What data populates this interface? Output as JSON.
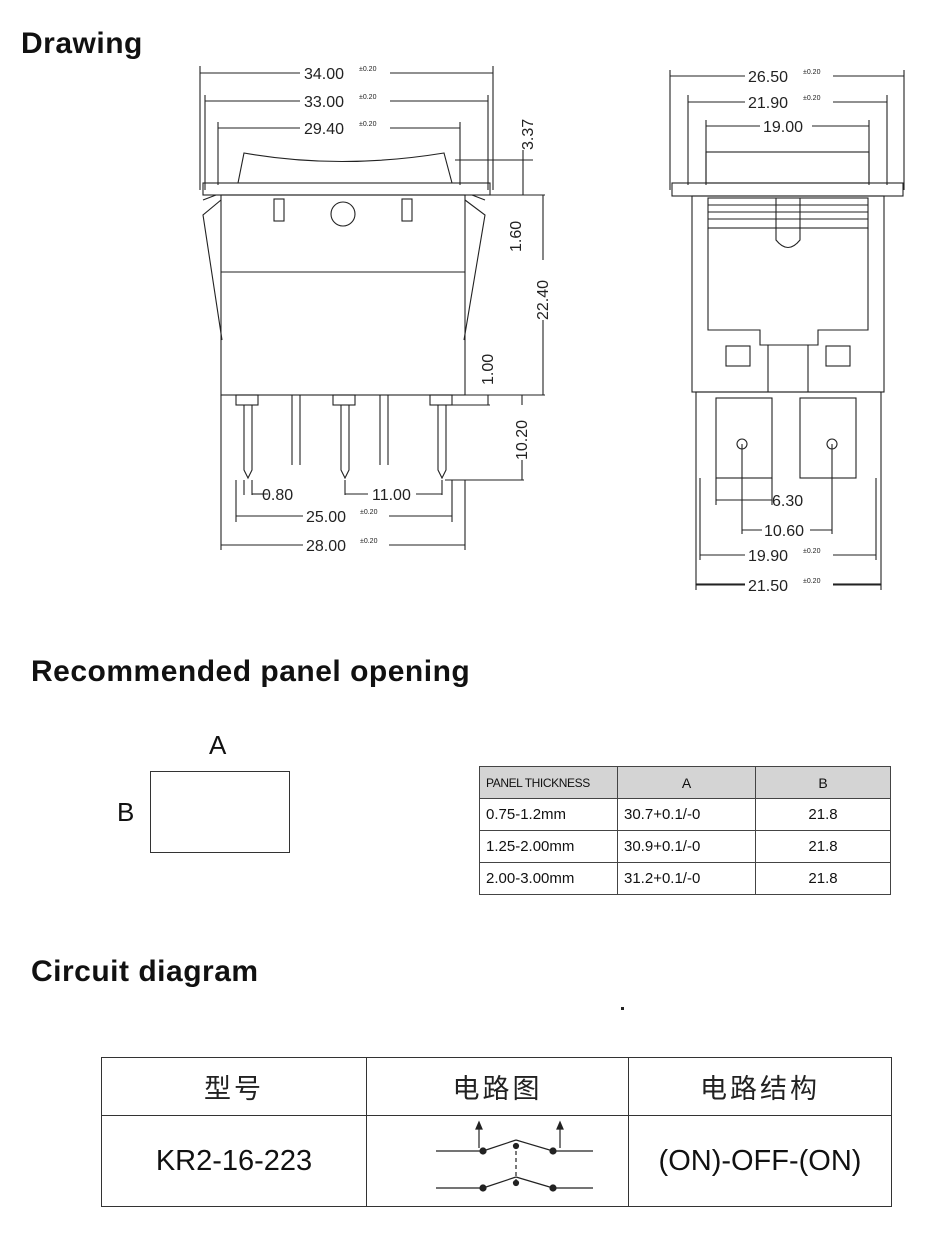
{
  "headings": {
    "drawing": "Drawing",
    "panel_opening": "Recommended panel opening",
    "circuit": "Circuit diagram"
  },
  "front_view_dims": {
    "d1": "34.00",
    "d1_tol": "±0.20",
    "d2": "33.00",
    "d2_tol": "±0.20",
    "d3": "29.40",
    "d3_tol": "±0.20",
    "d4": "3.37",
    "d5": "1.60",
    "d6": "22.40",
    "d7": "1.00",
    "d8": "10.20",
    "d9": "0.80",
    "d10": "11.00",
    "d11": "25.00",
    "d11_tol": "±0.20",
    "d12": "28.00",
    "d12_tol": "±0.20"
  },
  "side_view_dims": {
    "s1": "26.50",
    "s1_tol": "±0.20",
    "s2": "21.90",
    "s2_tol": "±0.20",
    "s3": "19.00",
    "s4": "6.30",
    "s5": "10.60",
    "s6": "19.90",
    "s6_tol": "±0.20",
    "s7": "21.50",
    "s7_tol": "±0.20"
  },
  "opening": {
    "label_a": "A",
    "label_b": "B"
  },
  "panel_table": {
    "headers": [
      "PANEL THICKNESS",
      "A",
      "B"
    ],
    "rows": [
      [
        "0.75-1.2mm",
        "30.7+0.1/-0",
        "21.8"
      ],
      [
        "1.25-2.00mm",
        "30.9+0.1/-0",
        "21.8"
      ],
      [
        "2.00-3.00mm",
        "31.2+0.1/-0",
        "21.8"
      ]
    ]
  },
  "circuit_table": {
    "headers": [
      "型号",
      "电路图",
      "电路结构"
    ],
    "model": "KR2-16-223",
    "structure": "(ON)-OFF-(ON)"
  }
}
